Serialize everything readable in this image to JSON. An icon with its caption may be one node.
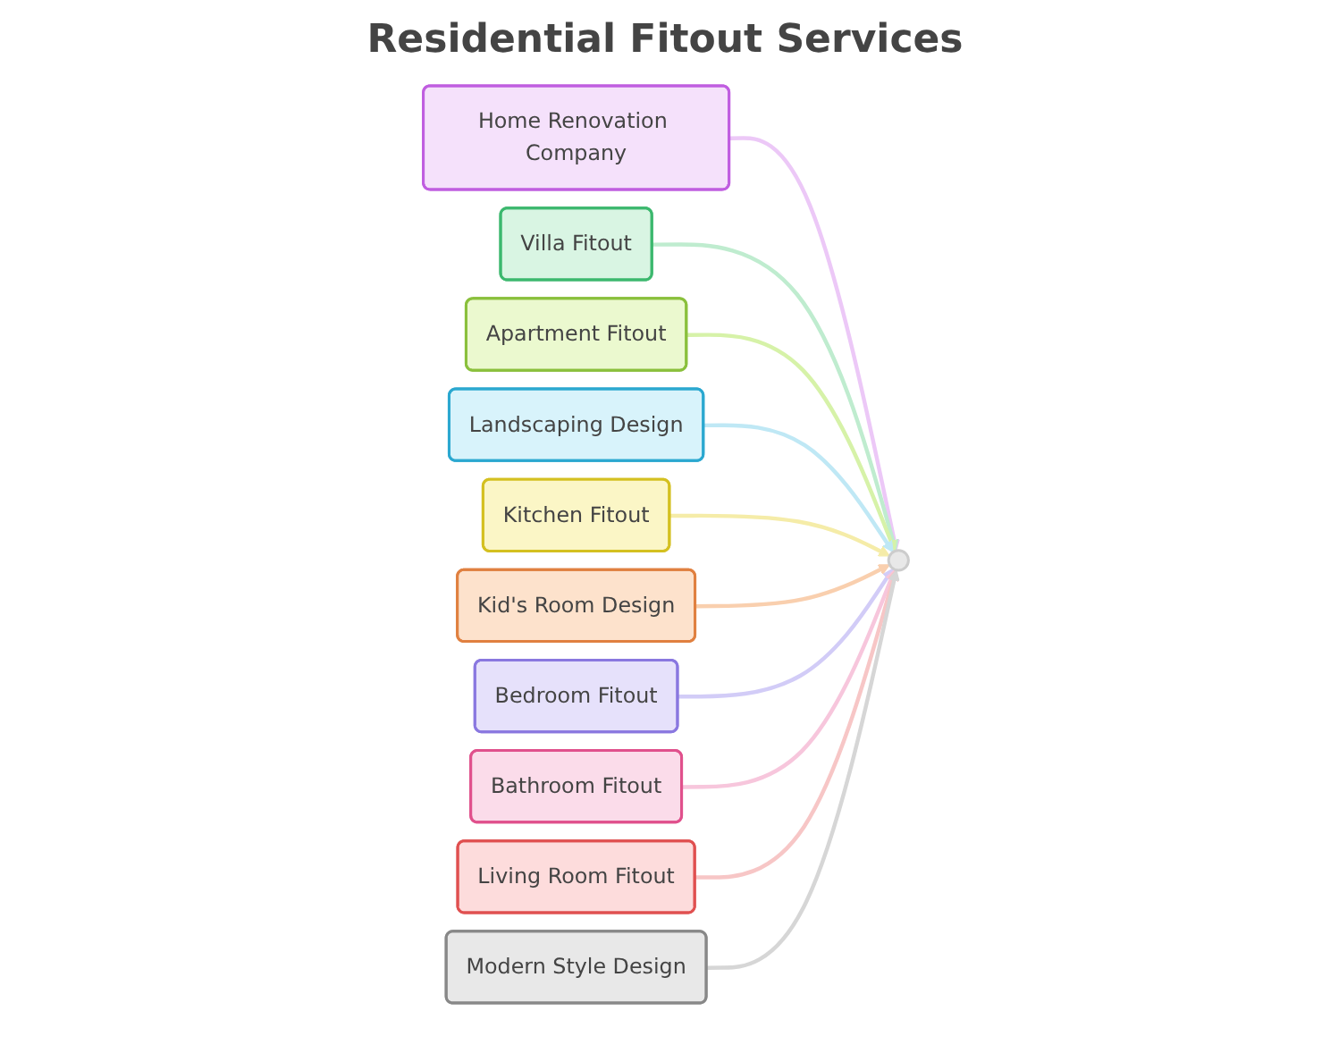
{
  "diagram": {
    "title": "Residential Fitout Services",
    "nodes": [
      {
        "text": [],
        "shape": "circle"
      },
      {
        "text": [
          "Home Renovation Company"
        ]
      },
      {
        "text": [
          "Villa Fitout"
        ]
      },
      {
        "text": [
          "Apartment Fitout"
        ]
      },
      {
        "text": [
          "Landscaping Design"
        ]
      },
      {
        "text": [
          "Kitchen Fitout"
        ]
      },
      {
        "text": [
          "Kid's Room Design"
        ]
      },
      {
        "text": [
          "Bedroom Fitout"
        ]
      },
      {
        "text": [
          "Bathroom Fitout"
        ]
      },
      {
        "text": [
          "Living Room Fitout"
        ]
      },
      {
        "text": [
          "Modern Style Design"
        ]
      }
    ],
    "edges": [
      {
        "from": 1,
        "to": 0,
        "arrow": "to",
        "color": "#ecc8f7"
      },
      {
        "from": 2,
        "to": 0,
        "arrow": "to",
        "color": "#bfeccf"
      },
      {
        "from": 3,
        "to": 0,
        "arrow": "to",
        "color": "#d6f2a8"
      },
      {
        "from": 4,
        "to": 0,
        "arrow": "to",
        "color": "#bfe8f5"
      },
      {
        "from": 5,
        "to": 0,
        "arrow": "to",
        "color": "#f5eca8"
      },
      {
        "from": 6,
        "to": 0,
        "arrow": "to",
        "color": "#f9cfae"
      },
      {
        "from": 7,
        "to": 0,
        "arrow": "to",
        "color": "#d2ccf7"
      },
      {
        "from": 8,
        "to": 0,
        "arrow": "to",
        "color": "#f7c6dc"
      },
      {
        "from": 9,
        "to": 0,
        "arrow": "to",
        "color": "#f7c6c6"
      },
      {
        "from": 10,
        "to": 0,
        "arrow": "to",
        "color": "#d6d6d6"
      }
    ]
  }
}
